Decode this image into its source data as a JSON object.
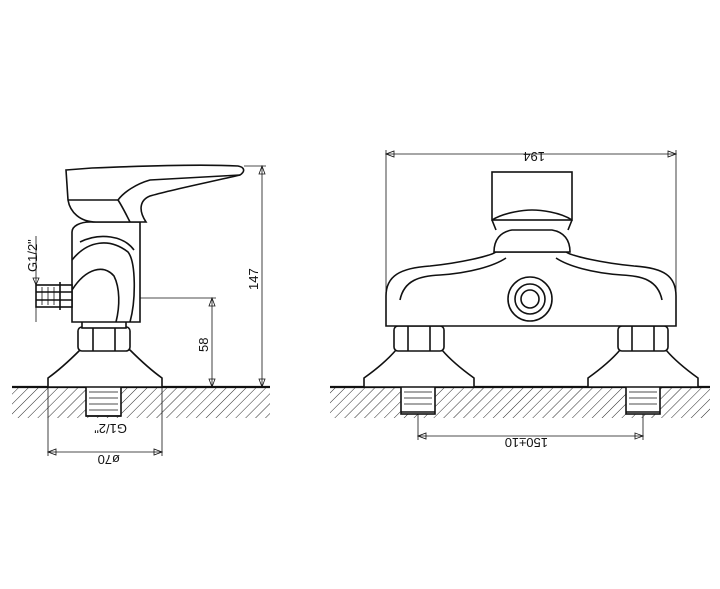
{
  "dimensions": {
    "height_total": "147",
    "height_outlet": "58",
    "inlet_thread_side": "G1/2\"",
    "inlet_thread_bottom": "G1/2\"",
    "flange_diameter": "ø70",
    "width_total": "194",
    "center_distance": "150±10"
  },
  "colors": {
    "line": "#111111",
    "background": "#ffffff"
  }
}
